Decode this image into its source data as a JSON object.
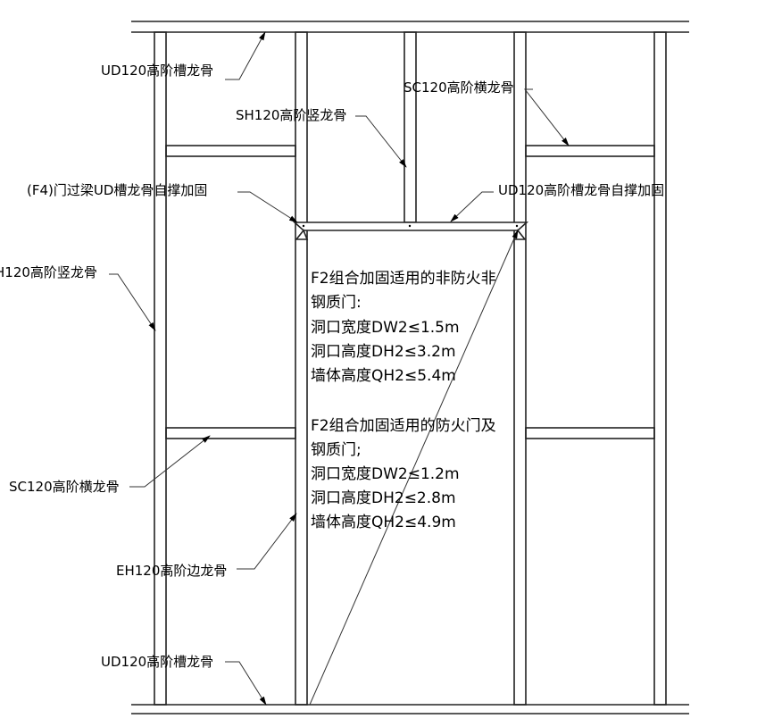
{
  "labels": {
    "ud_top": "UD120高阶槽龙骨",
    "sc_top_right": "SC120高阶横龙骨",
    "sh_stud": "SH120高阶竖龙骨",
    "f4_header": "(F4)门过梁UD槽龙骨自撑加固",
    "ud_self_brace": "UD120高阶槽龙骨自撑加固",
    "h_stud_left": "H120高阶竖龙骨",
    "sc_left": "SC120高阶横龙骨",
    "eh_edge": "EH120高阶边龙骨",
    "ud_bottom": "UD120高阶槽龙骨"
  },
  "notes": {
    "block1": [
      "F2组合加固适用的非防火非",
      "钢质门:",
      "洞口宽度DW2≤1.5m",
      "洞口高度DH2≤3.2m",
      "墙体高度QH2≤5.4m"
    ],
    "block2": [
      "F2组合加固适用的防火门及",
      "钢质门;",
      "洞口宽度DW2≤1.2m",
      "洞口高度DH2≤2.8m",
      "墙体高度QH2≤4.9m"
    ]
  }
}
